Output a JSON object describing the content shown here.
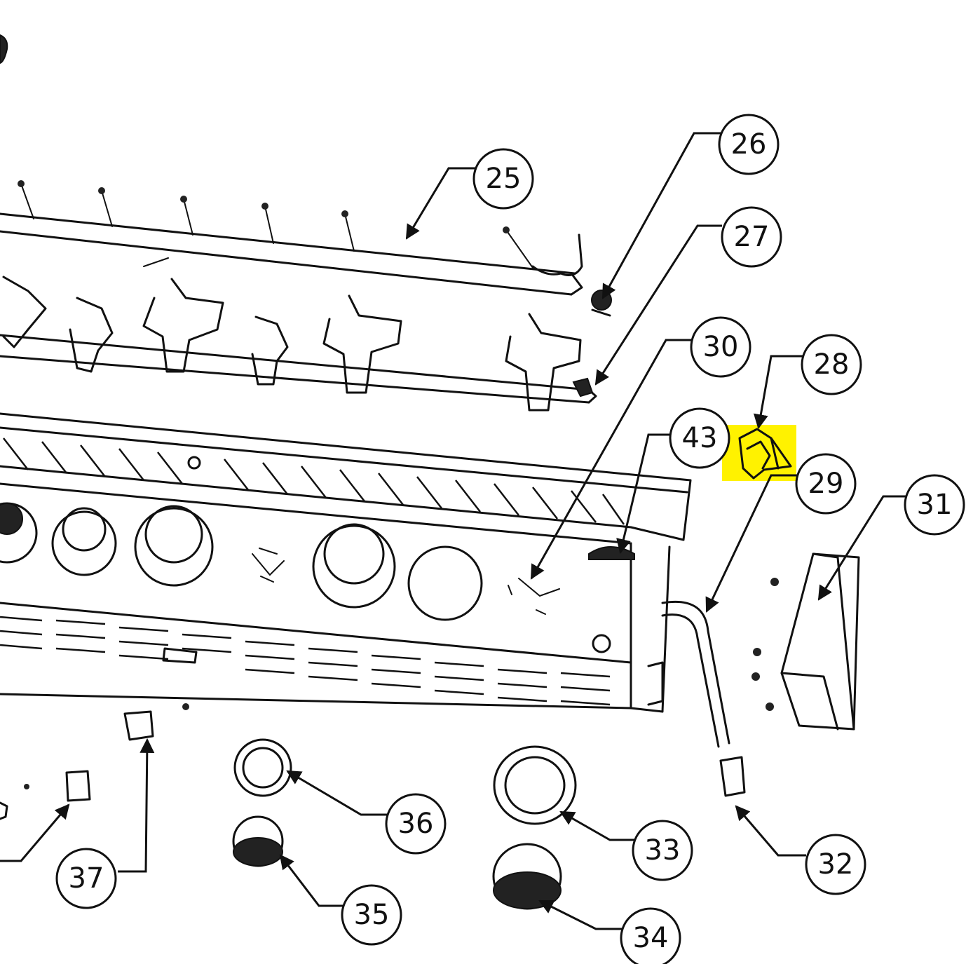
{
  "highlight_color": "#fff200",
  "callouts": [
    {
      "id": "25",
      "label": "25"
    },
    {
      "id": "26",
      "label": "26"
    },
    {
      "id": "27",
      "label": "27"
    },
    {
      "id": "28",
      "label": "28"
    },
    {
      "id": "29",
      "label": "29"
    },
    {
      "id": "30",
      "label": "30"
    },
    {
      "id": "31",
      "label": "31"
    },
    {
      "id": "32",
      "label": "32"
    },
    {
      "id": "33",
      "label": "33"
    },
    {
      "id": "34",
      "label": "34"
    },
    {
      "id": "35",
      "label": "35"
    },
    {
      "id": "36",
      "label": "36"
    },
    {
      "id": "37",
      "label": "37"
    },
    {
      "id": "43",
      "label": "43"
    }
  ]
}
